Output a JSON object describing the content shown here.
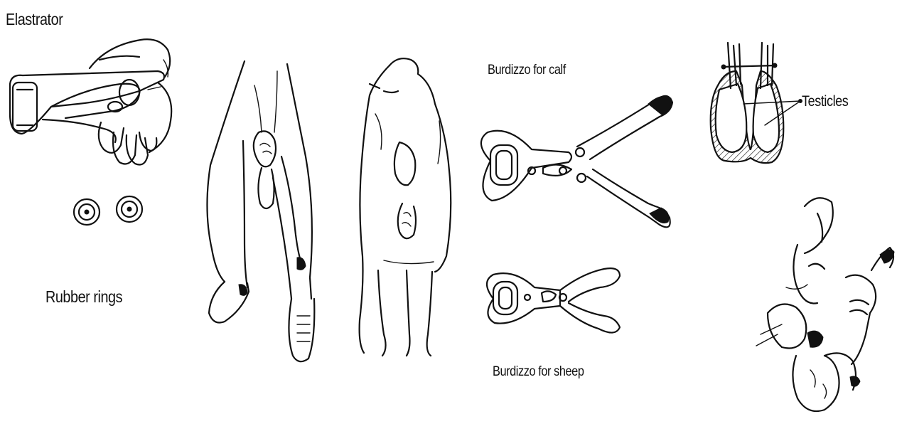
{
  "labels": {
    "elastrator": "Elastrator",
    "rubber_rings": "Rubber rings",
    "burdizzo_calf": "Burdizzo for calf",
    "burdizzo_sheep": "Burdizzo for sheep",
    "testicles": "Testicles"
  },
  "colors": {
    "ink": "#111111",
    "background": "#ffffff"
  }
}
